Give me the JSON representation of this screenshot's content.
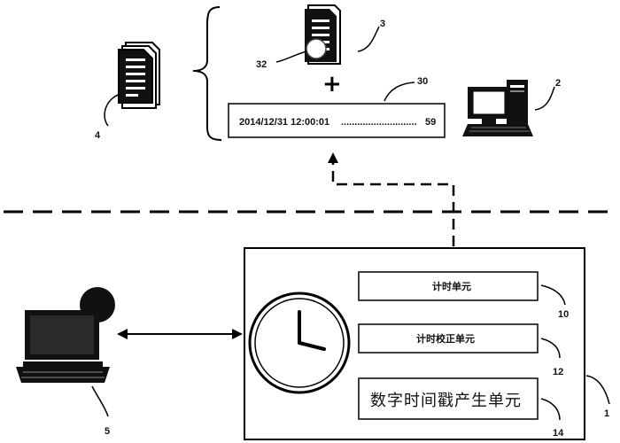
{
  "timestamp_bar": {
    "datetime": "2014/12/31 12:00:01",
    "dots": "............................",
    "end_value": "59"
  },
  "plus_sign": "+",
  "units": {
    "timer": "计时单元",
    "time_correction": "计时校正单元",
    "timestamp_generation": "数字时间戳产生单元"
  },
  "reference_numerals": {
    "server": "2",
    "document": "3",
    "file_stack": "4",
    "client": "5",
    "device": "1",
    "timestamp_bar": "30",
    "seal": "32",
    "timer_unit": "10",
    "correction_unit": "12",
    "generation_unit": "14"
  }
}
